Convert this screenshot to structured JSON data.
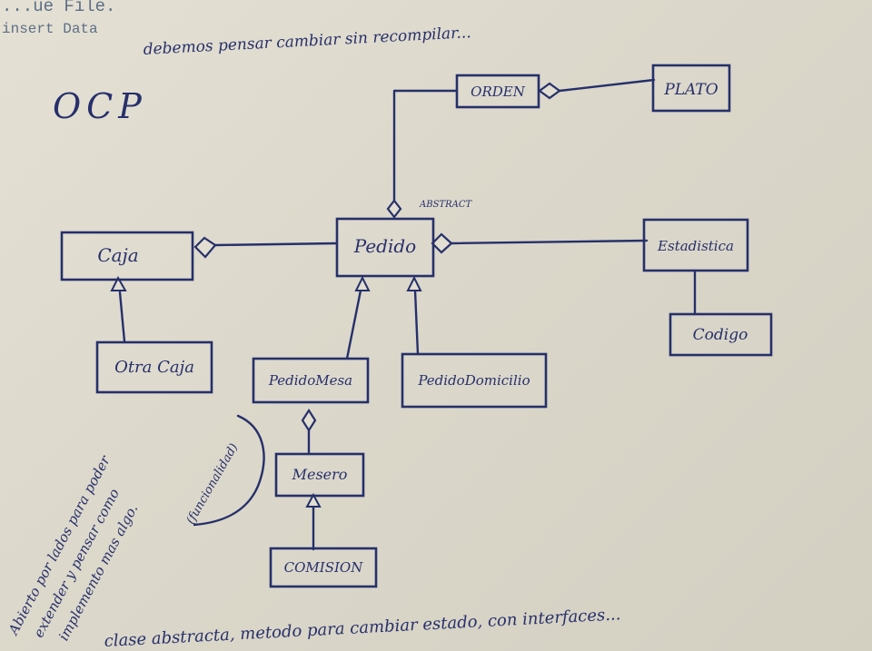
{
  "corner_notes": [
    "...ue File.",
    "insert Data"
  ],
  "header_note": "debemos pensar cambiar sin recompilar...",
  "principle": "OCP",
  "abstract_tag": "ABSTRACT",
  "classes": {
    "orden": "ORDEN",
    "plato": "PLATO",
    "pedido": "Pedido",
    "caja": "Caja",
    "otra_caja": "Otra Caja",
    "estadistica": "Estadistica",
    "codigo": "Codigo",
    "pedido_mesa": "PedidoMesa",
    "pedido_domicilio": "PedidoDomicilio",
    "mesero": "Mesero",
    "comision": "COMISION"
  },
  "side_notes": {
    "line1": "Abierto por lados para poder",
    "line2": "extender y pensar como",
    "line3": "implemento mas algo.",
    "paren": "(funcionalidad)"
  },
  "footer_note": "clase abstracta, metodo para cambiar estado, con interfaces..."
}
